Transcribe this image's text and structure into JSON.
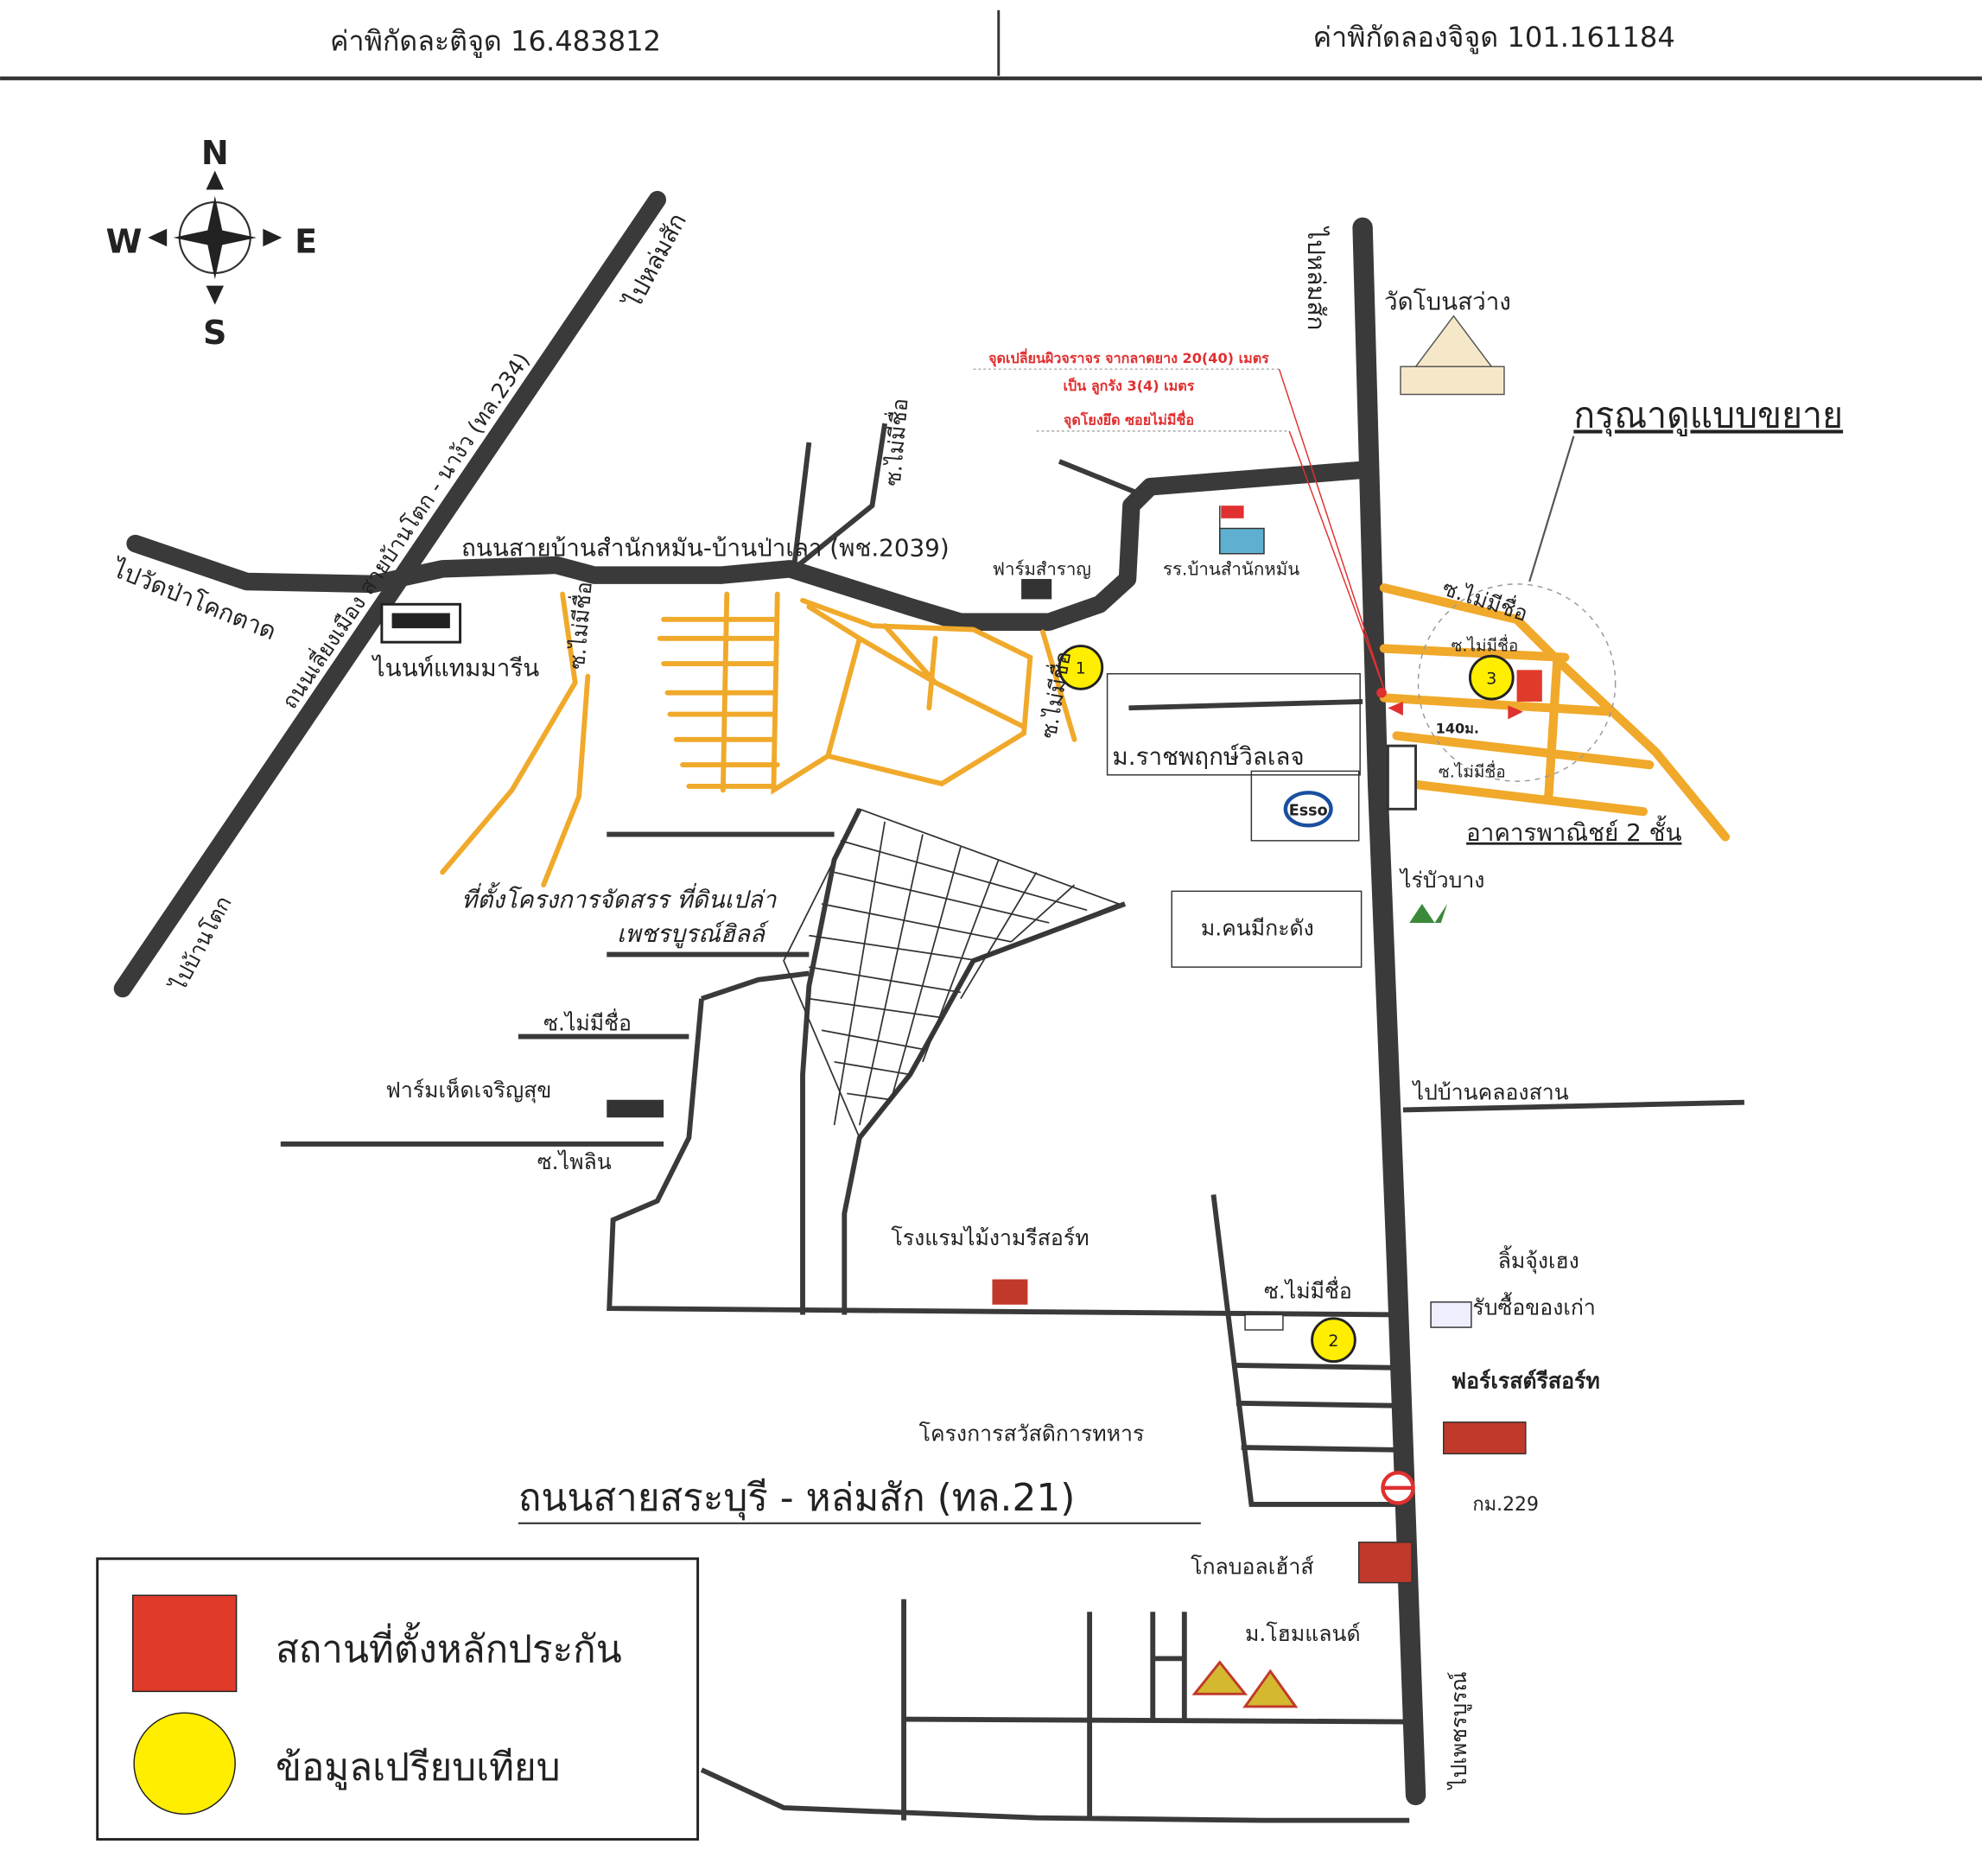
{
  "header": {
    "latitude_label": "ค่าพิกัดละติจูด 16.483812",
    "longitude_label": "ค่าพิกัดลองจิจูด 101.161184"
  },
  "compass": {
    "n": "N",
    "e": "E",
    "s": "S",
    "w": "W"
  },
  "labels": {
    "to_lomsak_diag": "ไปหล่มสัก",
    "to_lomsak_vert": "ไปหล่มสัก",
    "wat": "วัดโบนสว่าง",
    "see_enlarged": "กรุณาดูแบบขยาย",
    "bypass_road": "ถนนเลี่ยงเมือง สายบ้านโตก - นาง้ว (ทล.234)",
    "to_wat_pakoktad": "ไปวัดป่าโคกตาด",
    "main_road_ph2039": "ถนนสายบ้านสำนักหมัน-บ้านป่าเลา (พช.2039)",
    "nine_marine": "ไนนท์แทมมารีน",
    "farm_samruay": "ฟาร์มสำราญ",
    "school": "รร.บ้านสำนักหมัน",
    "village_ratchaphruek": "ม.ราชพฤกษ์วิลเลจ",
    "commercial_building": "อาคารพาณิชย์ 2 ชั้น",
    "rai_buabang": "ไร่บัวบาง",
    "village_khonmikadang": "ม.คนมีกะดัง",
    "land_project_1": "ที่ตั้งโครงการจัดสรร ที่ดินเปล่า",
    "land_project_2": "เพชรบูรณ์ฮิลล์",
    "to_ban_toke": "ไปบ้านโตก",
    "soi_no_name": "ซ.ไม่มีชื่อ",
    "mushroom_farm": "ฟาร์มเห็ดเจริญสุข",
    "soi_phailin": "ซ.ไพลิน",
    "to_khlong_san": "ไปบ้านคลองสาน",
    "hotel": "โรงแรมไม้งามรีสอร์ท",
    "lim_jeng_heng": "ลิ้มจุ้งเฮง",
    "antique_buyer": "รับซื้อของเก่า",
    "forest_resort": "ฟอร์เรสต์รีสอร์ท",
    "welfare_project": "โครงการสวัสดิการทหาร",
    "km229": "กม.229",
    "highway21": "ถนนสายสระบุรี - หล่มสัก (ทล.21)",
    "global_house": "โกลบอลเฮ้าส์",
    "home_land": "ม.โฮมแลนด์",
    "to_phetchabun": "ไปเพชรบูรณ์",
    "distance": "140ม.",
    "esso": "Esso"
  },
  "annotation": {
    "line1": "จุดเปลี่ยนผิวจราจร จากลาดยาง 20(40) เมตร",
    "line2": "เป็น ลูกรัง 3(4) เมตร",
    "line3": "จุดโยงยึด ซอยไม่มีชื่อ"
  },
  "markers": [
    "1",
    "2",
    "3"
  ],
  "legend": {
    "collateral": "สถานที่ตั้งหลักประกัน",
    "comparison": "ข้อมูลเปรียบเทียบ"
  },
  "colors": {
    "road": "#3a3a3a",
    "soi": "#f0a92a",
    "collateral": "#e03a2a",
    "comparison": "#ffee00",
    "annotation": "#e03030"
  }
}
